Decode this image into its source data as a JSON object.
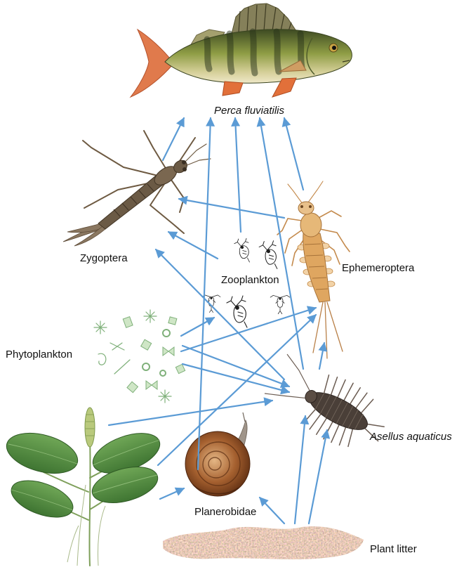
{
  "labels": {
    "perca": "Perca fluviatilis",
    "zygoptera": "Zygoptera",
    "zooplankton": "Zooplankton",
    "ephemeroptera": "Ephemeroptera",
    "phytoplankton": "Phytoplankton",
    "asellus": "Asellus aquaticus",
    "planorbidae": "Planerobidae",
    "plant_litter": "Plant litter"
  },
  "colors": {
    "arrow": "#5b9bd5",
    "label_text": "#111111"
  },
  "icons": {
    "perca": "perch-fish-illustration",
    "zygoptera": "damselfly-nymph-illustration",
    "ephemeroptera": "mayfly-nymph-illustration",
    "zooplankton": "zooplankton-illustration",
    "phytoplankton": "phytoplankton-illustration",
    "asellus": "water-louse-illustration",
    "planorbidae": "snail-illustration",
    "plant": "pondweed-illustration",
    "plant_litter": "plant-litter-illustration"
  }
}
